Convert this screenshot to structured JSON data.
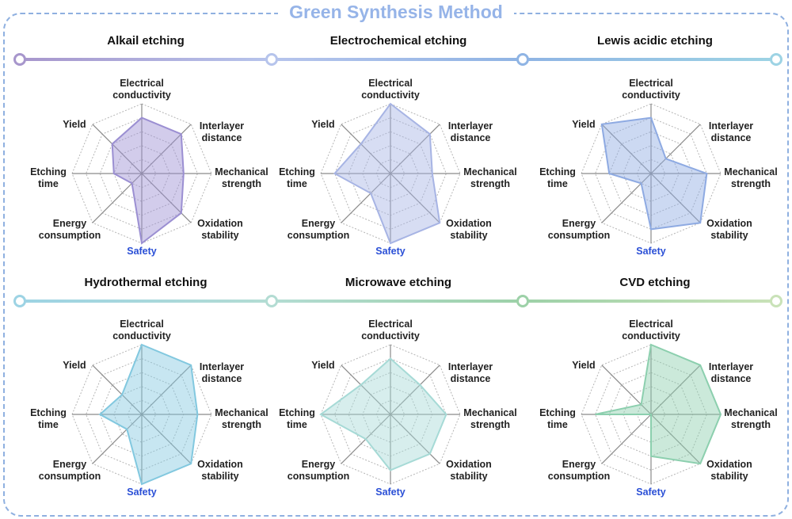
{
  "title": "Green Synthesis Method",
  "chart_data": [
    {
      "type": "radar",
      "scale": [
        0,
        5
      ],
      "rings": 5,
      "axes": [
        "Electrical conductivity",
        "Interlayer distance",
        "Mechanical strength",
        "Oxidation stability",
        "Safety",
        "Energy consumption",
        "Etching time",
        "Yield"
      ],
      "highlight_axis": "Safety",
      "series": [
        {
          "name": "Alkail etching",
          "values": [
            4,
            4,
            3,
            4,
            5,
            1,
            2,
            3
          ],
          "color": "#9b8fd2"
        },
        {
          "name": "Electrochemical etching",
          "values": [
            5,
            4,
            3,
            5,
            5,
            2,
            4,
            3
          ],
          "color": "#a7b4e4"
        },
        {
          "name": "Lewis acidic etching",
          "values": [
            4,
            1.5,
            4,
            5,
            4,
            1,
            3,
            5
          ],
          "color": "#8eaae2"
        },
        {
          "name": "Hydrothermal etching",
          "values": [
            5,
            5,
            4,
            5,
            5,
            1.5,
            3,
            2
          ],
          "color": "#82c8df"
        },
        {
          "name": "Microwave etching",
          "values": [
            4,
            3,
            4,
            4,
            4,
            2.5,
            5,
            3
          ],
          "color": "#a6dad6"
        },
        {
          "name": "CVD etching",
          "values": [
            5,
            5,
            5,
            5,
            3,
            0,
            4,
            1
          ],
          "color": "#8ccfae"
        }
      ]
    }
  ],
  "line_colors": [
    "#a796cc",
    "#b6c4ec",
    "#8fb4e4",
    "#9dd3e4",
    "#b3dcd3",
    "#9dd1a8",
    "#c9e2b8"
  ]
}
